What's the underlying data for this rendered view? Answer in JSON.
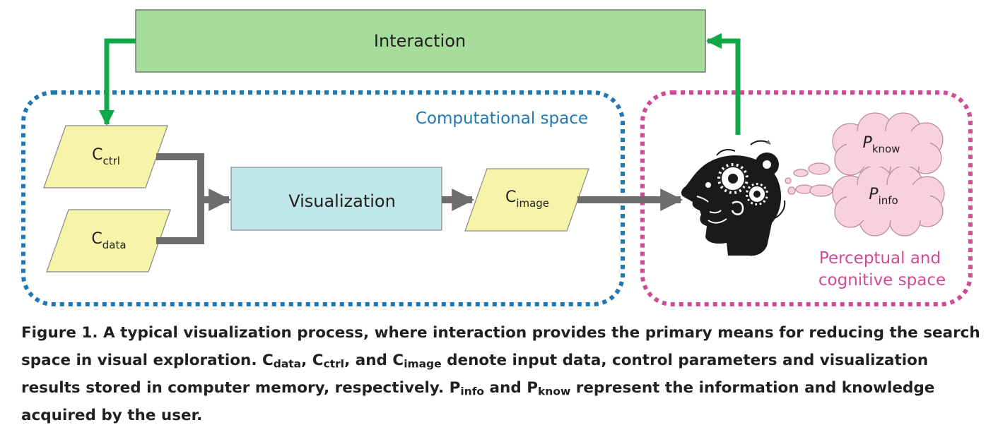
{
  "nodes": {
    "interaction": "Interaction",
    "visualization": "Visualization",
    "c_ctrl": {
      "base": "C",
      "sub": "ctrl"
    },
    "c_data": {
      "base": "C",
      "sub": "data"
    },
    "c_image": {
      "base": "C",
      "sub": "image"
    },
    "p_know": {
      "base": "P",
      "sub": "know"
    },
    "p_info": {
      "base": "P",
      "sub": "info"
    }
  },
  "regions": {
    "computational": "Computational space",
    "perceptual_line1": "Perceptual and",
    "perceptual_line2": "cognitive space"
  },
  "icons": {
    "user": "head-with-gears-icon",
    "thought": "thought-cloud-icon"
  },
  "colors": {
    "interaction_fill": "#a6dc9c",
    "visualization_fill": "#bfe6ea",
    "parallelogram_fill": "#f7f3a8",
    "cloud_fill": "#f8d1dc",
    "computational_border": "#1f77b4",
    "perceptual_border": "#d14a95",
    "feedback_arrow": "#10a84a",
    "flow_arrow": "#6d6d6d"
  },
  "caption": {
    "p1": "Figure 1. A typical visualization process, where interaction provides the primary means for reducing the search space in visual exploration. ",
    "c_data": {
      "base": "C",
      "sub": "data"
    },
    "p2": ", ",
    "c_ctrl": {
      "base": "C",
      "sub": "ctrl"
    },
    "p3": ", and ",
    "c_image": {
      "base": "C",
      "sub": "image"
    },
    "p4": " denote input data, control parameters and visualization results stored in computer memory, respectively. ",
    "p_info": {
      "base": "P",
      "sub": "info"
    },
    "p5": " and ",
    "p_know": {
      "base": "P",
      "sub": "know"
    },
    "p6": " represent the information and knowledge acquired by the user."
  }
}
